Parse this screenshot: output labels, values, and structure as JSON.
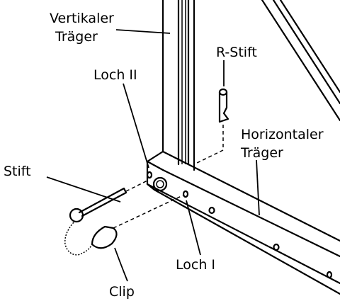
{
  "labels": {
    "vertical_beam_line1": "Vertikaler",
    "vertical_beam_line2": "Träger",
    "r_pin": "R-Stift",
    "hole_2": "Loch II",
    "horizontal_beam_line1": "Horizontaler",
    "horizontal_beam_line2": "Träger",
    "pin": "Stift",
    "hole_1": "Loch I",
    "clip": "Clip"
  }
}
